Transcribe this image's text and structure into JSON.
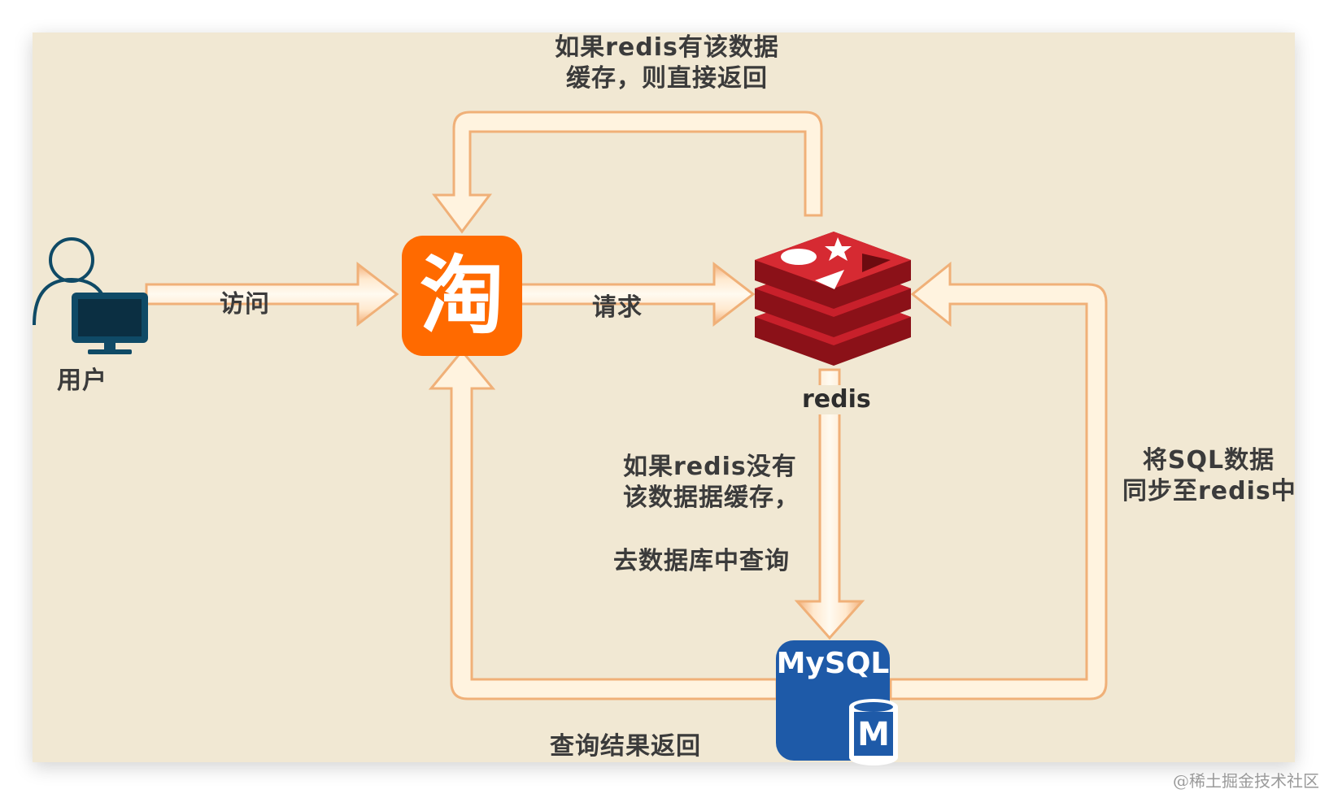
{
  "labels": {
    "redis_hit": [
      "如果redis有该数据",
      "缓存，则直接返回"
    ],
    "visit": "访问",
    "user": "用户",
    "request": "请求",
    "redis": "redis",
    "redis_miss": [
      "如果redis没有",
      "该数据据缓存，"
    ],
    "query_db": "去数据库中查询",
    "sync_sql": [
      "将SQL数据",
      "同步至redis中"
    ],
    "query_result": "查询结果返回"
  },
  "logos": {
    "taobao": "淘",
    "mysql": "MySQL",
    "mysql_badge": "M"
  },
  "watermark": "@稀土掘金技术社区",
  "colors": {
    "background": "#f1e8d3",
    "arrow_fill": "#fff3df",
    "arrow_edge": "#f0b078",
    "taobao": "#ff6a00",
    "redis": "#c8202b",
    "mysql": "#1e5aa8",
    "user_icon": "#0f4a66"
  }
}
